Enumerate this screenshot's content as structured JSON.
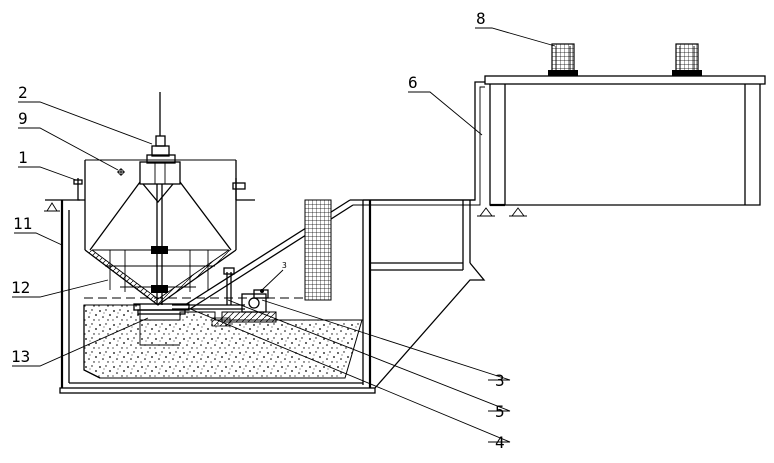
{
  "callouts": [
    {
      "id": "c1",
      "label": "1"
    },
    {
      "id": "c2",
      "label": "2"
    },
    {
      "id": "c3",
      "label": "3"
    },
    {
      "id": "c4",
      "label": "4"
    },
    {
      "id": "c5",
      "label": "5"
    },
    {
      "id": "c6",
      "label": "6"
    },
    {
      "id": "c8",
      "label": "8"
    },
    {
      "id": "c9",
      "label": "9"
    },
    {
      "id": "c11",
      "label": "11"
    },
    {
      "id": "c12",
      "label": "12"
    },
    {
      "id": "c13",
      "label": "13"
    }
  ],
  "small_label": "3",
  "colors": {
    "line": "#000000",
    "background": "#ffffff"
  }
}
